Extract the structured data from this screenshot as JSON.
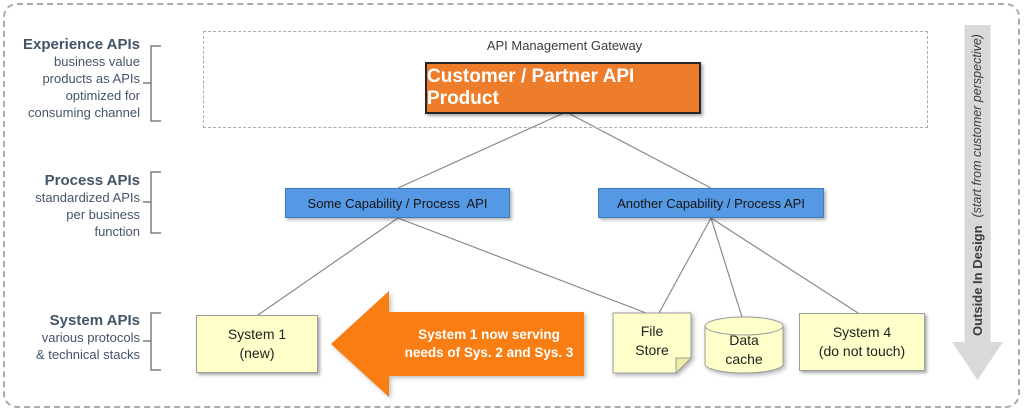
{
  "left_labels": [
    {
      "title": "Experience APIs",
      "lines": [
        "business value",
        "products as APIs",
        "optimized for",
        "consuming channel"
      ]
    },
    {
      "title": "Process APIs",
      "lines": [
        "standardized APIs",
        "per business",
        "function"
      ]
    },
    {
      "title": "System APIs",
      "lines": [
        "various protocols",
        "& technical stacks"
      ]
    }
  ],
  "gateway": {
    "label": "API Management Gateway",
    "product": "Customer / Partner API Product"
  },
  "process_apis": [
    {
      "label": "Some Capability / Process  API"
    },
    {
      "label": "Another Capability / Process API"
    }
  ],
  "systems": {
    "system1": {
      "line1": "System 1",
      "line2": "(new)"
    },
    "file_store": {
      "line1": "File",
      "line2": "Store"
    },
    "data_cache": {
      "line1": "Data",
      "line2": "cache"
    },
    "system4": {
      "line1": "System 4",
      "line2": "(do not touch)"
    }
  },
  "annotation": {
    "text": "System 1 now serving needs of Sys. 2 and Sys. 3"
  },
  "side_arrow": {
    "bold": "Outside In Design",
    "italic": "(start from customer perspective)"
  },
  "colors": {
    "product_orange": "#EE7D2B",
    "annotation_orange": "#F87D12",
    "process_blue": "#5598E4",
    "process_blue_border": "#3E7CC0",
    "system_yellow": "#FFFFC9",
    "side_arrow_gray": "#D9D9D9",
    "connector_gray": "#8A8A8A",
    "label_text": "#44546A"
  }
}
